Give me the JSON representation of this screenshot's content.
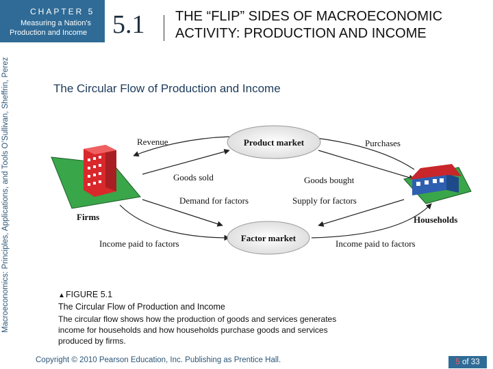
{
  "header": {
    "chapter": "CHAPTER 5",
    "chapter_sub1": "Measuring a Nation's",
    "chapter_sub2": "Production and Income",
    "section_number": "5.1",
    "section_title_line1": "THE “FLIP” SIDES OF MACROECONOMIC",
    "section_title_line2": "ACTIVITY: PRODUCTION AND INCOME"
  },
  "sidebar": {
    "text": "Macroeconomics: Principles, Applications, and Tools    O’Sullivan, Sheffrin, Perez"
  },
  "page_subtitle": "The Circular Flow of Production and Income",
  "diagram": {
    "product_market": "Product market",
    "factor_market": "Factor market",
    "firms": "Firms",
    "households": "Households",
    "revenue": "Revenue",
    "purchases": "Purchases",
    "goods_sold": "Goods sold",
    "goods_bought": "Goods bought",
    "demand_for_factors": "Demand for factors",
    "supply_for_factors": "Supply for factors",
    "income_paid_left": "Income paid to factors",
    "income_paid_right": "Income paid to factors"
  },
  "caption": {
    "label": "FIGURE 5.1",
    "title": "The Circular Flow of Production and Income",
    "body": "The circular flow shows how the production of goods and services generates income for households and how households purchase goods and services produced by firms."
  },
  "footer": {
    "copyright": "Copyright © 2010  Pearson Education, Inc. Publishing as Prentice Hall.",
    "page_current": "5",
    "page_of": "of 33"
  },
  "colors": {
    "header_blue": "#2f6b96",
    "grass_green": "#3aa64a",
    "building_red": "#d8282c",
    "house_blue": "#2f5fb0",
    "roof_red": "#c8262a"
  }
}
